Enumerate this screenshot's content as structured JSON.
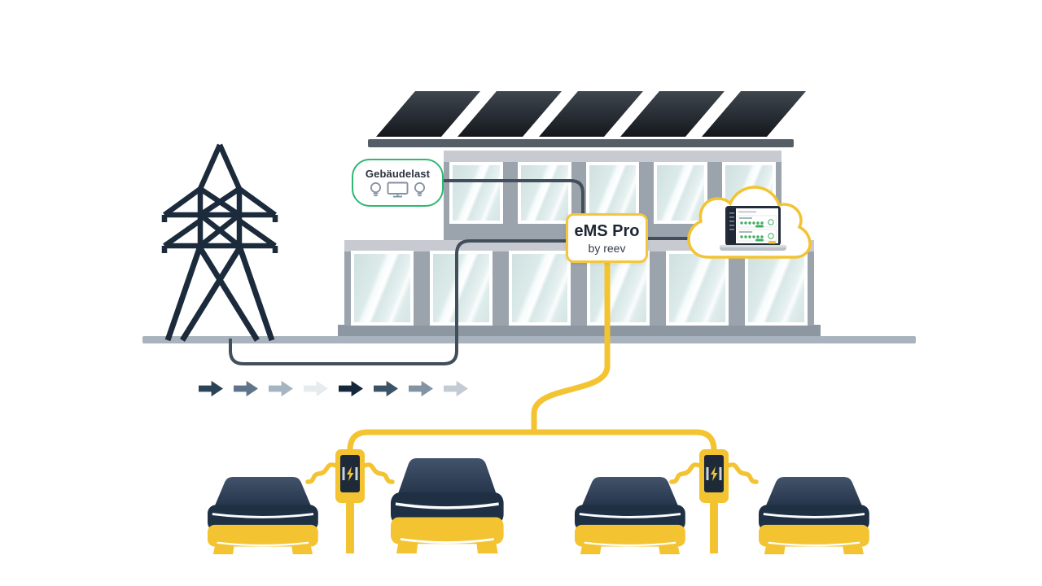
{
  "labels": {
    "building_load": "Gebäudelast",
    "ems_title": "eMS Pro",
    "ems_subtitle": "by reev"
  },
  "flow_arrows": {
    "direction": "right",
    "colors": [
      "#2C4257",
      "#5F7489",
      "#A4B4C0",
      "#E6EBEE",
      "#14273B",
      "#3C5265",
      "#8294A3",
      "#C3CCD4"
    ]
  },
  "colors": {
    "accent_yellow": "#F3C331",
    "accent_green": "#2FB873",
    "navy": "#1C2B3C",
    "cable": "#424E5B",
    "ground": "#A9B3BD"
  },
  "icons": {
    "charging_bolt": "⚡",
    "building_load_icons": [
      "lightbulb-icon",
      "monitor-icon",
      "lightbulb-icon"
    ]
  },
  "fleet": {
    "car_count": 4,
    "charging_station_count": 2
  }
}
